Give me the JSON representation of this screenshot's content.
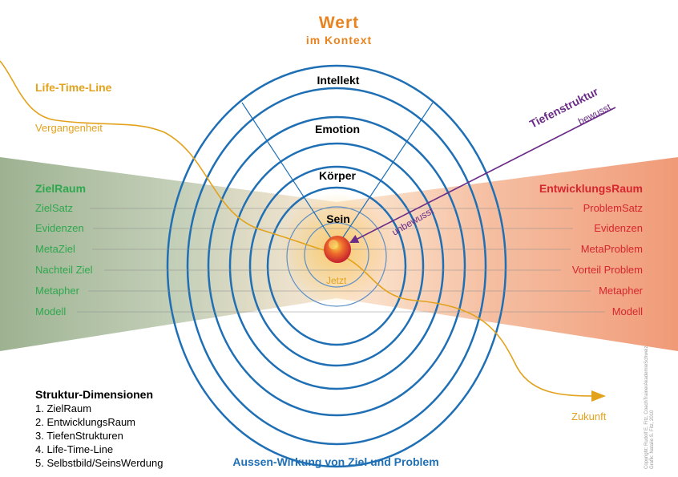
{
  "title": "Wert",
  "subtitle": "im Kontext",
  "lifetimeline": {
    "label": "Life-Time-Line",
    "past": "Vergangenheit",
    "now": "Jetzt",
    "future": "Zukunft"
  },
  "rings": {
    "intellekt": "Intellekt",
    "emotion": "Emotion",
    "koerper": "Körper",
    "sein": "Sein"
  },
  "tiefenstruktur": {
    "label": "Tiefenstruktur",
    "bewusst": "bewusst",
    "unbewusst": "unbewusst"
  },
  "zielraum": {
    "title": "ZielRaum",
    "items": [
      "ZielSatz",
      "Evidenzen",
      "MetaZiel",
      "Nachteil Ziel",
      "Metapher",
      "Modell"
    ]
  },
  "entwicklungsraum": {
    "title": "EntwicklungsRaum",
    "items": [
      "ProblemSatz",
      "Evidenzen",
      "MetaProblem",
      "Vorteil Problem",
      "Metapher",
      "Modell"
    ]
  },
  "struktur": {
    "heading": "Struktur-Dimensionen",
    "items": [
      "1. ZielRaum",
      "2. EntwicklungsRaum",
      "3. TiefenStrukturen",
      "4. Life-Time-Line",
      "5. Selbstbild/SeinsWerdung"
    ]
  },
  "footer": "Aussen-Wirkung von Ziel und Problem",
  "copyright": {
    "line1": "Copyright: Rudolf E. Fitz, CoachTrainerAkademieSchweiz",
    "line2": "Grafik: Natalie S. Fitz, 2010"
  },
  "colors": {
    "orange": "#E8831F",
    "gold": "#E3A21C",
    "blue": "#1F6FB5",
    "green": "#2EA84E",
    "red": "#D6262E",
    "purple": "#6B2C87",
    "left_panel": "#A9BC9E",
    "right_panel": "#EE9E7F"
  }
}
